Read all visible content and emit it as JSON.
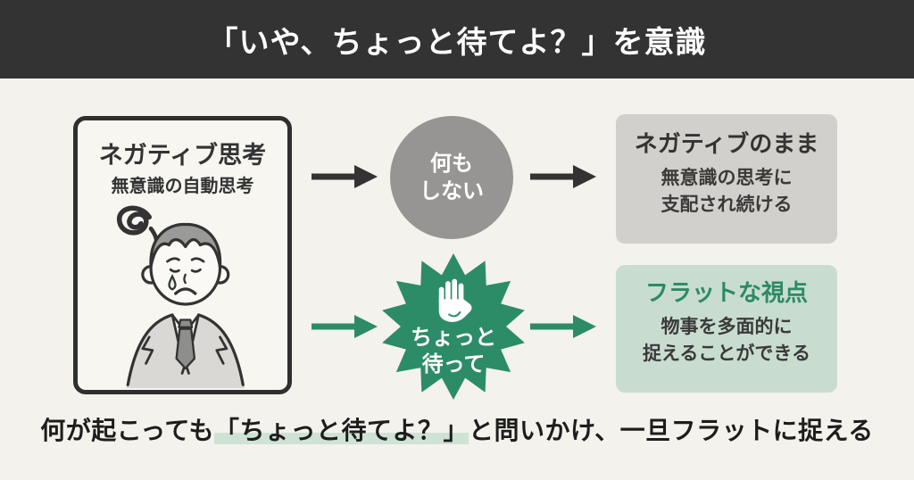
{
  "header": {
    "title": "「いや、ちょっと待てよ？」を意識"
  },
  "source_card": {
    "title": "ネガティブ思考",
    "subtitle": "無意識の自動思考",
    "illustration": "sad-businessman-with-worry-scribble"
  },
  "path_top": {
    "node": {
      "line1": "何も",
      "line2": "しない"
    },
    "outcome": {
      "title": "ネガティブのまま",
      "line1": "無意識の思考に",
      "line2": "支配され続ける"
    }
  },
  "path_bottom": {
    "node": {
      "icon": "stop-hand-icon",
      "line1": "ちょっと",
      "line2": "待って"
    },
    "outcome": {
      "title": "フラットな視点",
      "line1": "物事を多面的に",
      "line2": "捉えることができる"
    }
  },
  "footer": {
    "prefix": "何が起こっても",
    "highlighted": "「ちょっと待てよ？」",
    "suffix": "と問いかけ、一旦フラットに捉える"
  },
  "colors": {
    "header_bg": "#333333",
    "background": "#f4f2ec",
    "accent_green": "#2c8c68",
    "light_green_box": "#c9dcd0",
    "gray_circle": "#969594",
    "gray_box": "#d1d0cc",
    "text_dark": "#333333",
    "highlight_marker": "#cfe2d6",
    "arrow_dark": "#333333"
  }
}
